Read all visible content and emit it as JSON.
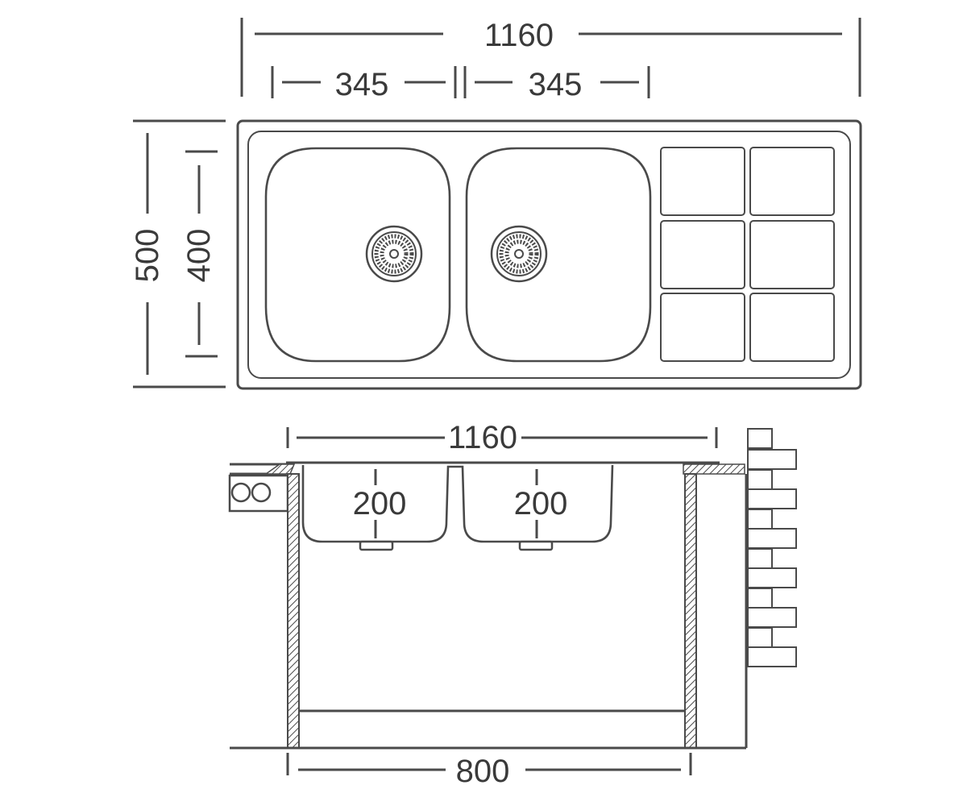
{
  "top_view": {
    "overall_width": "1160",
    "bowl_width_left": "345",
    "bowl_width_right": "345",
    "overall_depth": "500",
    "bowl_depth": "400"
  },
  "side_view": {
    "overall_width": "1160",
    "bowl_depth_left": "200",
    "bowl_depth_right": "200",
    "cabinet_width": "800"
  },
  "colors": {
    "line": "#4a4a4a",
    "text": "#3a3a3a",
    "background": "#ffffff"
  }
}
